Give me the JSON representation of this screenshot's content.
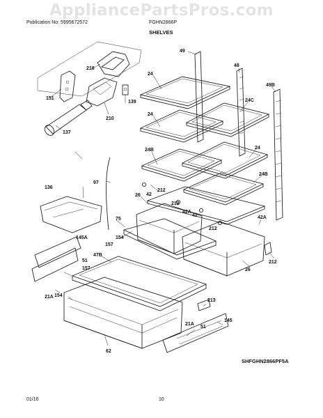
{
  "watermark": "AppliancePartsPros.com",
  "header": {
    "publication": "Publication No: 5995672572",
    "model": "FGHN2866P",
    "section_title": "SHELVES"
  },
  "footer": {
    "date": "01/16",
    "page": "10",
    "diagram_code": "SHFGHN2866PF5A"
  },
  "callouts": [
    "49",
    "48",
    "49B",
    "24",
    "24C",
    "24",
    "24B",
    "24",
    "24B",
    "26",
    "212",
    "42",
    "212",
    "42A",
    "42",
    "212",
    "42A",
    "212",
    "26",
    "75",
    "154",
    "157",
    "47B",
    "97",
    "136",
    "145A",
    "51",
    "157",
    "21A",
    "154",
    "21A",
    "213",
    "145",
    "51",
    "62",
    "218",
    "151",
    "139",
    "210",
    "137"
  ],
  "parts": [
    "filter-housing",
    "water-filter",
    "filter-cover",
    "shelf",
    "shelf-tracks",
    "crisper-drawer",
    "crisper-cover",
    "deli-drawer",
    "drawer-cover",
    "shelf-bin",
    "drawer-rails",
    "water-tube"
  ]
}
